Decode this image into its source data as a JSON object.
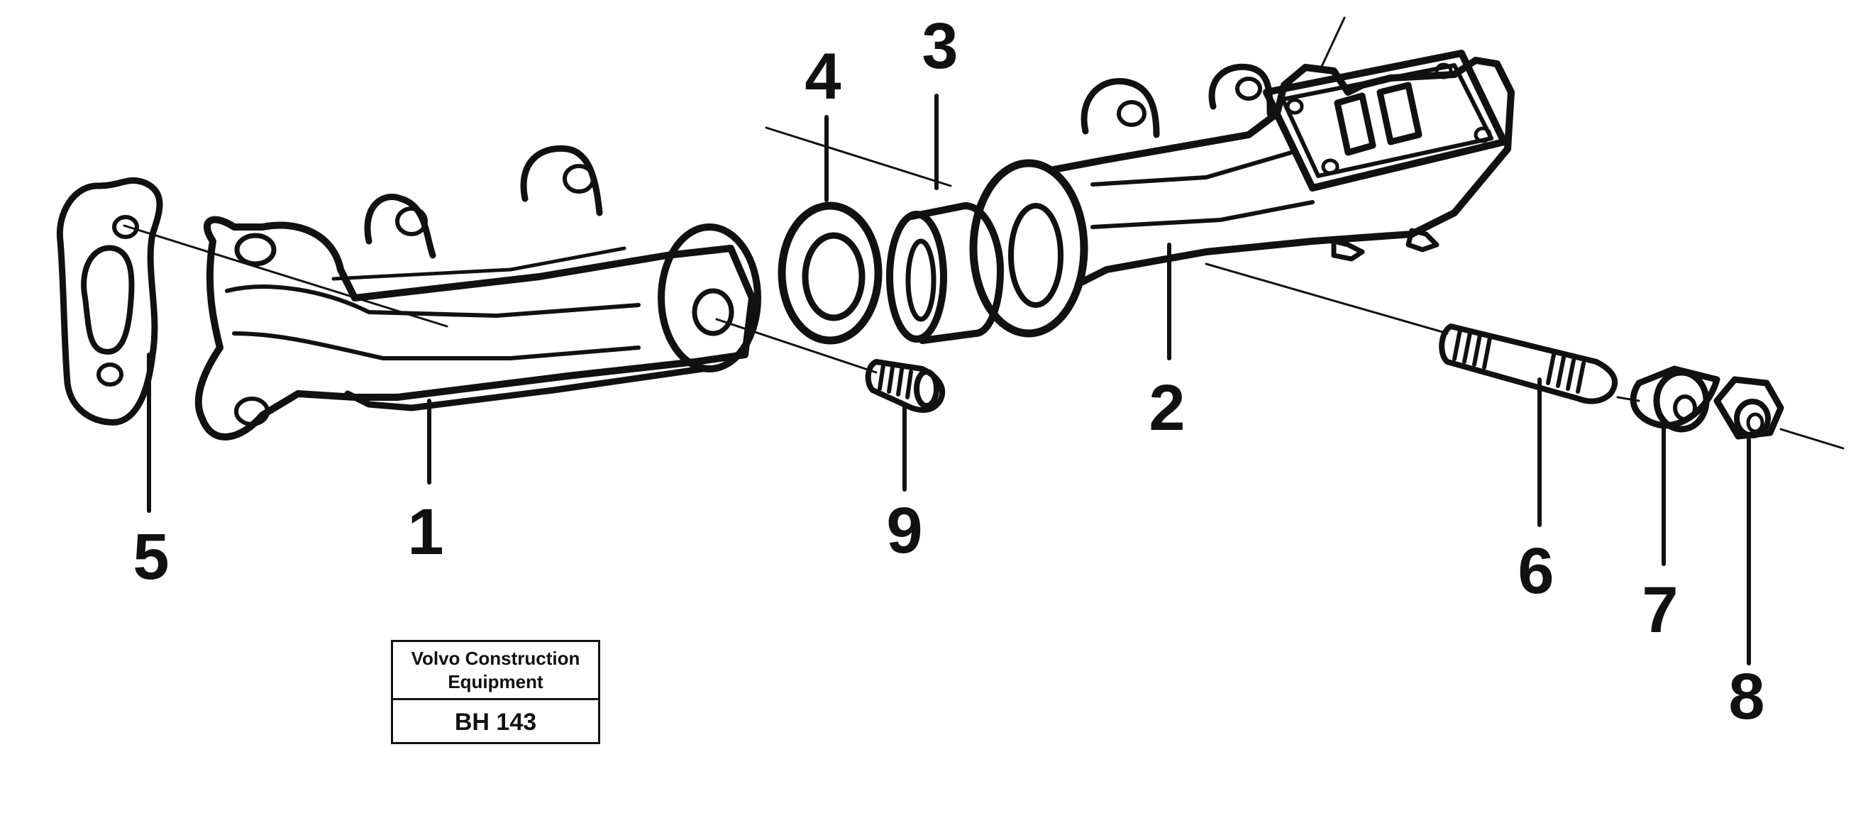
{
  "callouts": {
    "c1": "1",
    "c2": "2",
    "c3": "3",
    "c4": "4",
    "c5": "5",
    "c6": "6",
    "c7": "7",
    "c8": "8",
    "c9": "9"
  },
  "label_box": {
    "line1": "Volvo Construction",
    "line2": "Equipment",
    "code": "BH 143"
  }
}
